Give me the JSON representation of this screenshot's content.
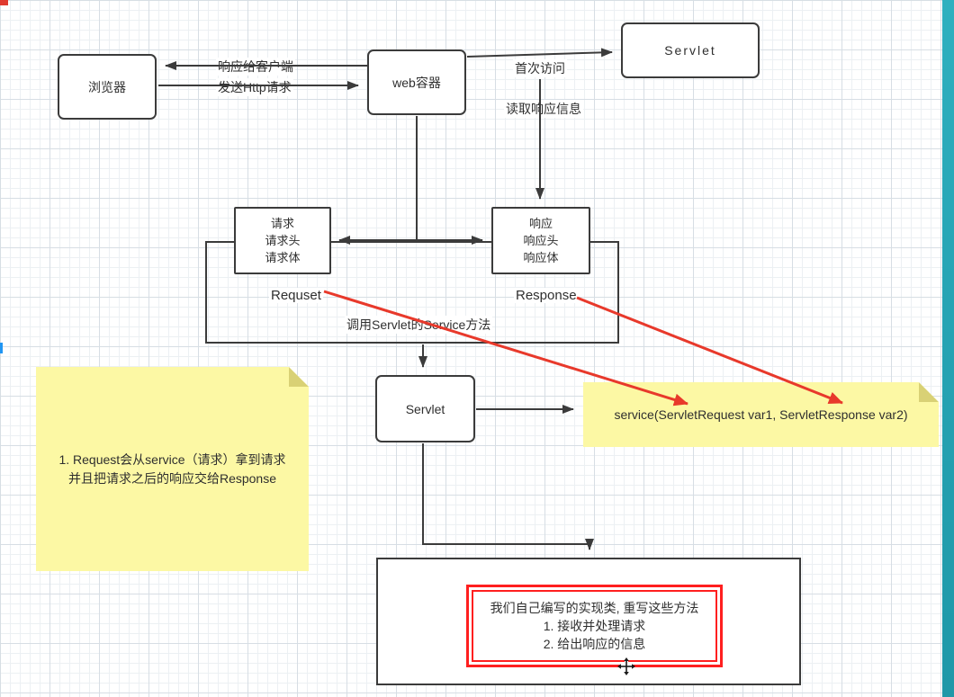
{
  "colors": {
    "note_yellow": "#fcf8a4",
    "note_fold": "#d9d175",
    "accent_red": "#e8392b",
    "highlight_red": "#ff1f1f",
    "shape_border": "#3b3b3b",
    "side_strip_teal": "#27a5b5"
  },
  "nodes": {
    "browser": {
      "label": "浏览器"
    },
    "web_container": {
      "label": "web容器"
    },
    "servlet_top": {
      "label": "Servlet"
    },
    "request": {
      "lines": [
        "请求",
        "请求头",
        "请求体"
      ],
      "tag": "Requset"
    },
    "response": {
      "lines": [
        "响应",
        "响应头",
        "响应体"
      ],
      "tag": "Response"
    },
    "servlet_mid": {
      "label": "Servlet"
    },
    "impl": {
      "lines": [
        "我们自己编写的实现类, 重写这些方法",
        "1. 接收并处理请求",
        "2. 给出响应的信息"
      ]
    }
  },
  "edges": {
    "respond_client": "响应给客户端",
    "send_http": "发送Http请求",
    "first_visit": "首次访问",
    "read_response": "读取响应信息",
    "call_service": "调用Servlet的Service方法"
  },
  "notes": {
    "left": {
      "lines": [
        "1. Request会从service（请求）拿到请求",
        "并且把请求之后的响应交给Response"
      ]
    },
    "right": {
      "text": "service(ServletRequest var1, ServletResponse var2)"
    }
  }
}
